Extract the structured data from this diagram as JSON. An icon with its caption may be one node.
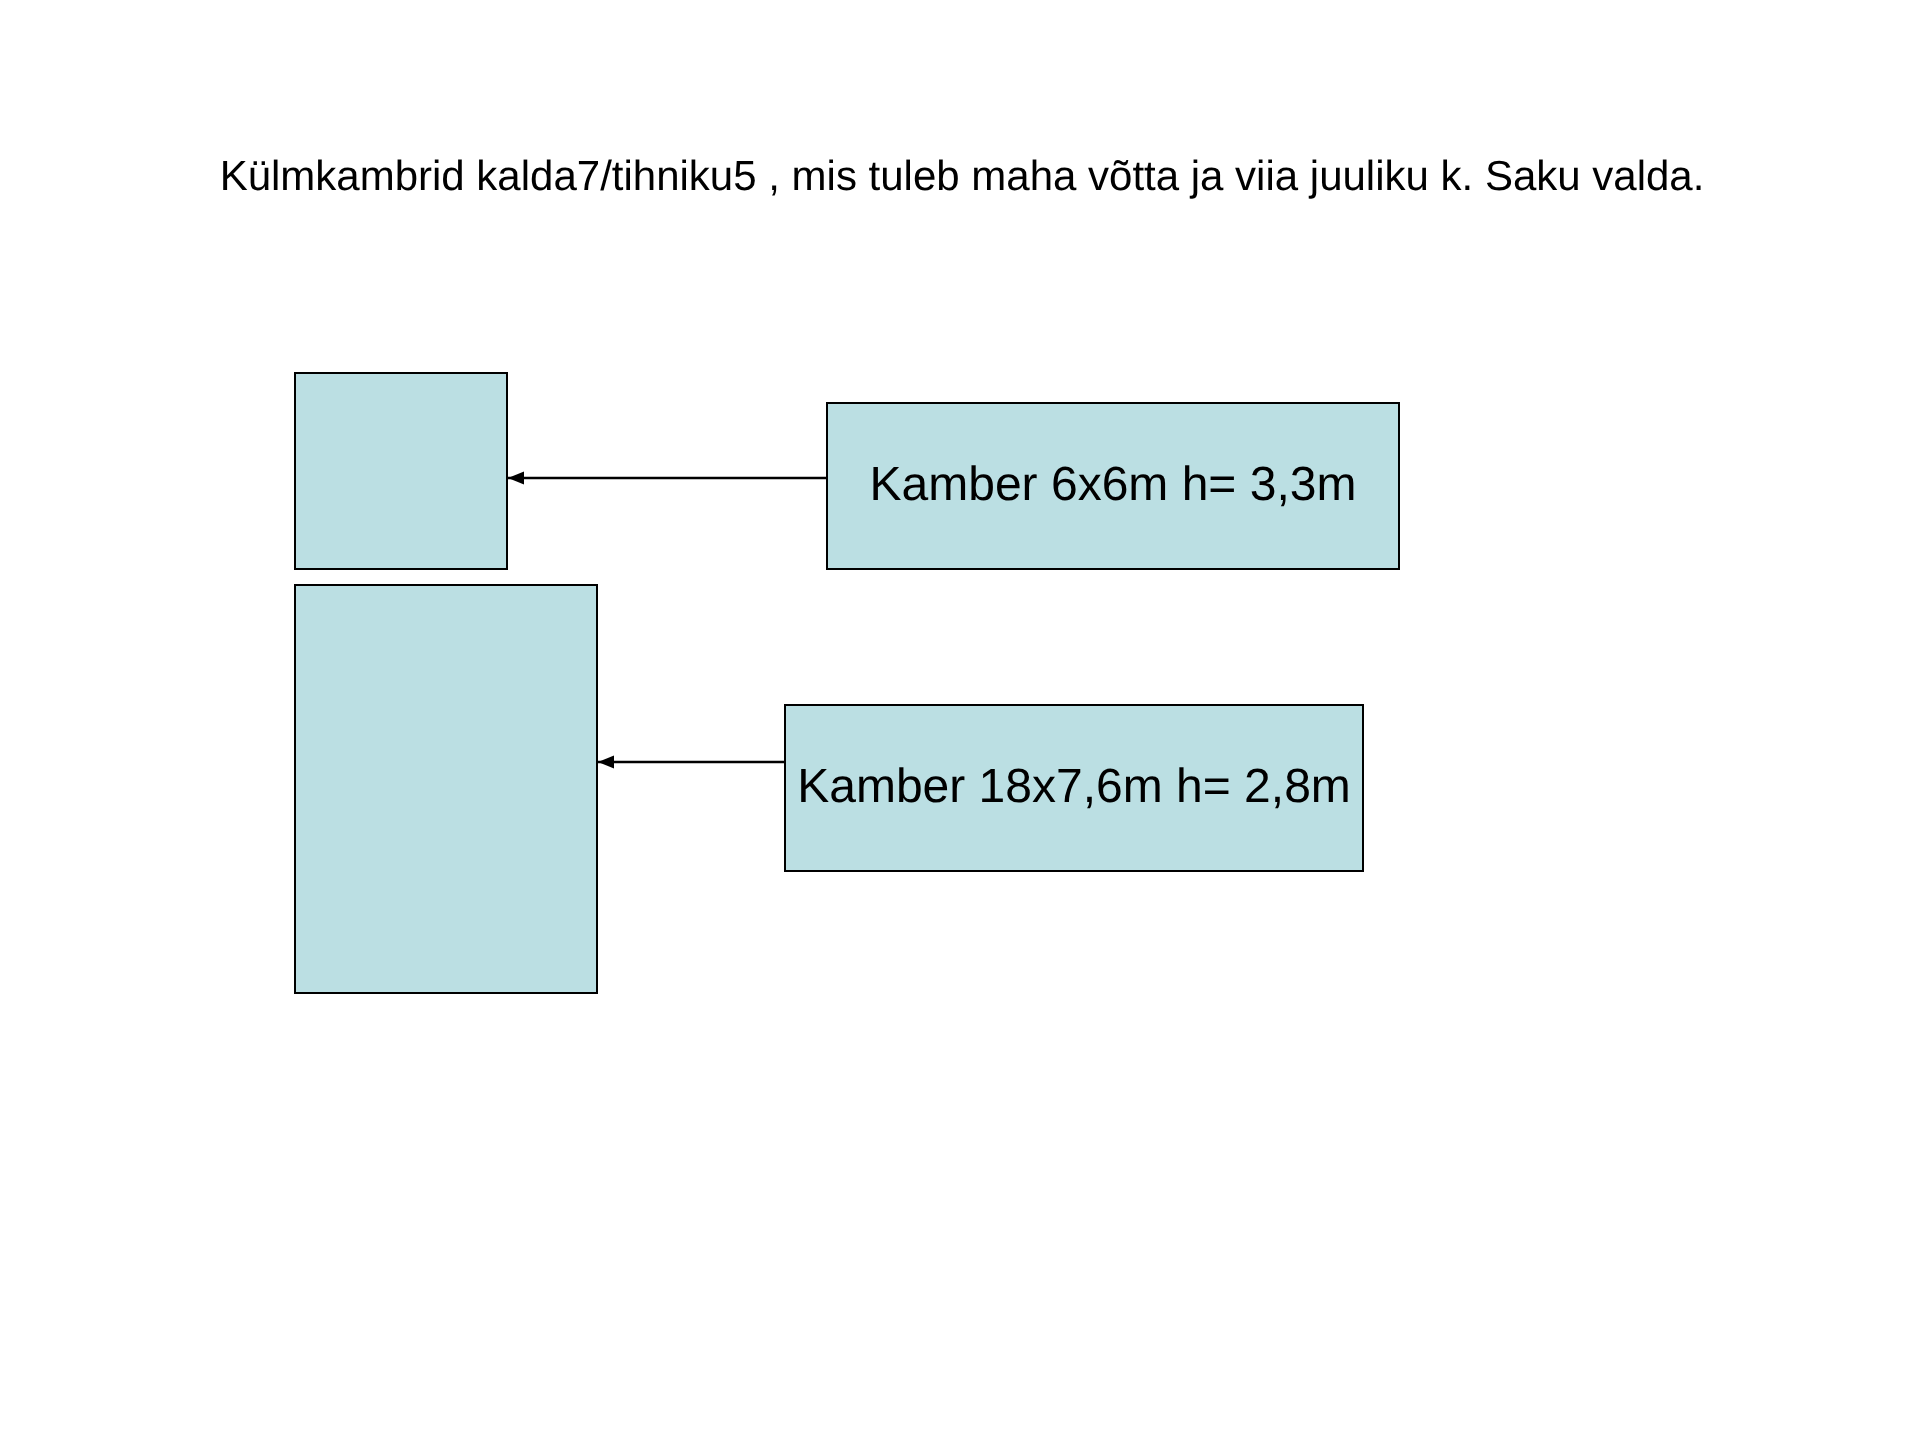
{
  "diagram": {
    "title": "Külmkambrid kalda7/tihniku5 , mis tuleb maha võtta ja viia juuliku k. Saku valda.",
    "nodes": [
      {
        "text": [],
        "shape": "box"
      },
      {
        "text": [
          "Kamber 6x6m h= 3,3m"
        ]
      },
      {
        "text": [],
        "shape": "box"
      },
      {
        "text": [
          "Kamber 18x7,6m h= 2,8m"
        ]
      }
    ],
    "edges": [
      {
        "from": 1,
        "to": 0,
        "arrow": "to"
      },
      {
        "from": 3,
        "to": 2,
        "arrow": "to"
      }
    ]
  }
}
